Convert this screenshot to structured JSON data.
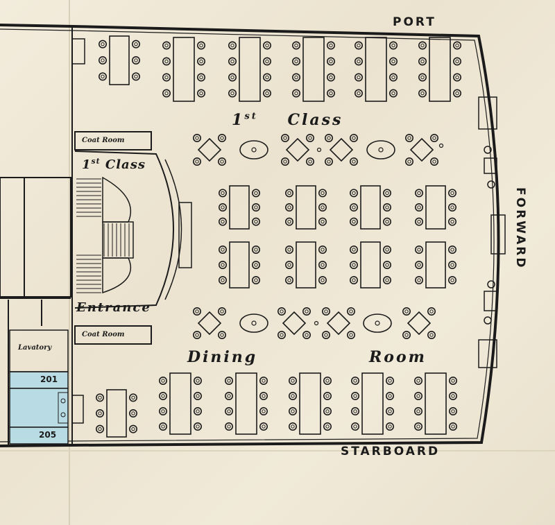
{
  "directions": {
    "port": "PORT",
    "starboard": "STARBOARD",
    "forward": "FORWARD"
  },
  "labels": {
    "class_top": "1st Class",
    "class_top_main": "1",
    "class_top_sup": "st",
    "class_top_word": "Class",
    "entrance_top_main": "1",
    "entrance_top_sup": "st",
    "entrance_top_word": "Class",
    "entrance": "Entrance",
    "coat_room_top": "Coat Room",
    "coat_room_bottom": "Coat Room",
    "lavatory": "Lavatory",
    "dining": "Dining",
    "room": "Room",
    "cabin_201": "201",
    "cabin_205": "205"
  },
  "colors": {
    "ink": "#1b1b1b",
    "paper": "#efe8d6",
    "cabin_fill": "#b9dbe3"
  }
}
